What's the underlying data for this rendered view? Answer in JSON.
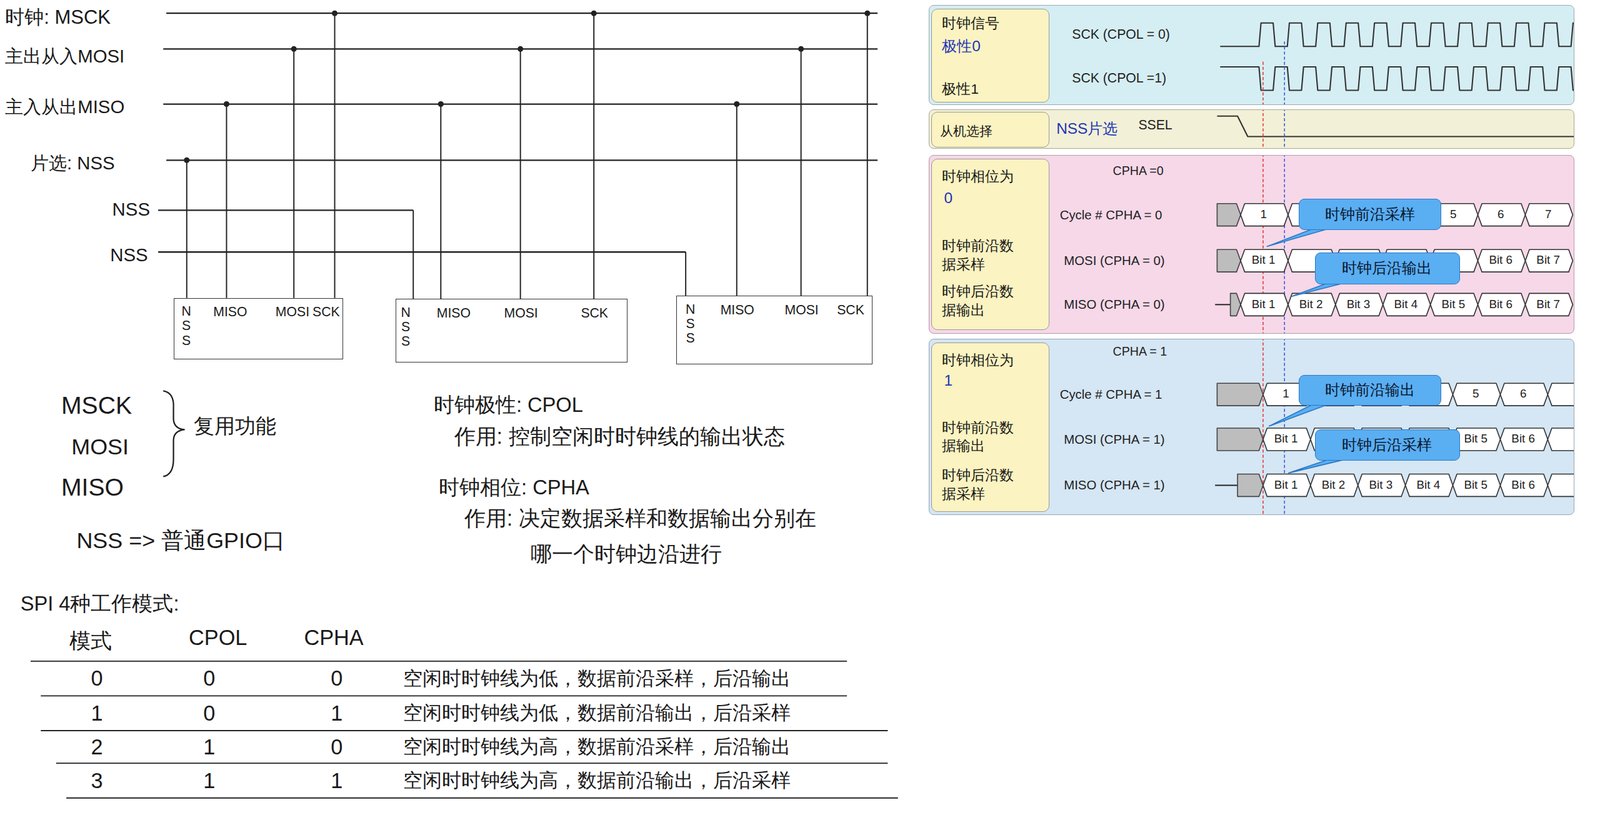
{
  "diagram": {
    "nodes": [
      {
        "text": [
          "NSS",
          "MISO",
          "MOSI",
          "SCK"
        ]
      },
      {
        "text": [
          "NSS",
          "MISO",
          "MOSI",
          "SCK"
        ]
      },
      {
        "text": [
          "NSS",
          "MISO",
          "MOSI",
          "SCK"
        ]
      },
      {
        "text": [
          "SCK (CPOL = 0)",
          "SCK (CPOL =1)"
        ]
      },
      {
        "text": [
          "时钟信号",
          "极性0",
          "极性1"
        ],
        "in": 3
      },
      {
        "text": [
          "SSEL"
        ]
      },
      {
        "text": [
          "从机选择",
          "NSS片选"
        ],
        "in": 5
      },
      {
        "text": [
          "CPHA =0",
          "Cycle # CPHA = 0",
          "MOSI (CPHA = 0)",
          "MISO (CPHA = 0)"
        ]
      },
      {
        "text": [
          "时钟相位为",
          "0",
          "时钟前沿数据采样",
          "时钟后沿数据输出"
        ],
        "in": 7
      },
      {
        "text": [
          "时钟前沿采样"
        ],
        "in": 7
      },
      {
        "text": [
          "时钟后沿输出"
        ],
        "in": 7
      },
      {
        "text": [
          "CPHA = 1",
          "Cycle # CPHA = 1",
          "MOSI (CPHA = 1)",
          "MISO (CPHA = 1)"
        ]
      },
      {
        "text": [
          "时钟相位为",
          "1",
          "时钟前沿数据输出",
          "时钟后沿数据采样"
        ],
        "in": 11
      },
      {
        "text": [
          "时钟前沿输出"
        ],
        "in": 11
      },
      {
        "text": [
          "时钟后沿采样"
        ],
        "in": 11
      }
    ],
    "labels": [
      "时钟: MSCK",
      "主出从入MOSI",
      "主入从出MISO",
      "片选: NSS",
      "NSS",
      "NSS",
      "MSCK",
      "MOSI",
      "MISO",
      "复用功能",
      "NSS => 普通GPIO口",
      "时钟极性: CPOL",
      "作用: 控制空闲时时钟线的输出状态",
      "时钟相位: CPHA",
      "作用: 决定数据采样和数据输出分别在",
      "哪一个时钟边沿进行",
      "SPI 4种工作模式:",
      "模式",
      "CPOL",
      "CPHA",
      "0",
      "0",
      "0",
      "空闲时时钟线为低，数据前沿采样，后沿输出",
      "1",
      "0",
      "1",
      "空闲时时钟线为低，数据前沿输出，后沿采样",
      "2",
      "1",
      "0",
      "空闲时时钟线为高，数据前沿采样，后沿输出",
      "3",
      "1",
      "1",
      "空闲时时钟线为高，数据前沿输出，后沿采样",
      "1",
      "5",
      "6",
      "7",
      "Bit 1",
      "Bit 6",
      "Bit 7",
      "Bit 1",
      "Bit 2",
      "Bit 3",
      "Bit 4",
      "Bit 5",
      "Bit 6",
      "Bit 7",
      "1",
      "5",
      "6",
      "Bit 1",
      "Bit 5",
      "Bit 6",
      "Bit 1",
      "Bit 2",
      "Bit 3",
      "Bit 4",
      "Bit 5",
      "Bit 6"
    ]
  }
}
